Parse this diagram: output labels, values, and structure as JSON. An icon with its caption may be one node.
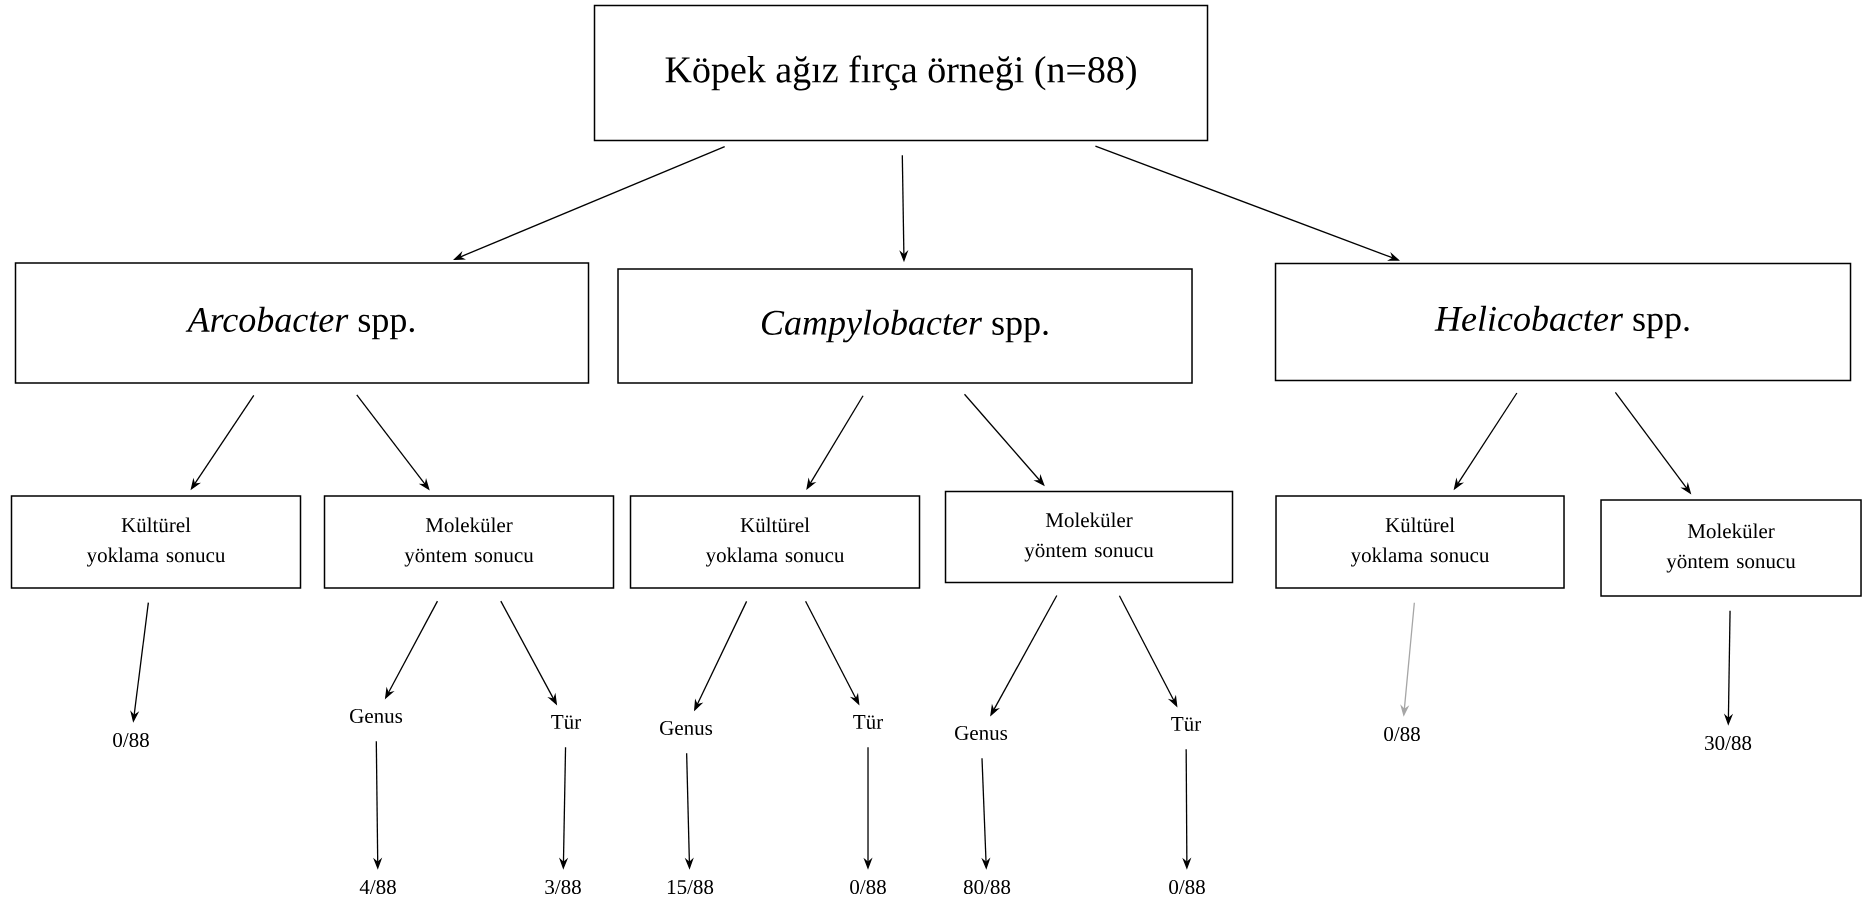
{
  "diagram": {
    "nodes": [
      {
        "text": [
          "Köpek ağız fırça örneği (n=88)"
        ]
      },
      {
        "text": [
          "*Arcobacter* spp."
        ]
      },
      {
        "text": [
          "*Campylobacter* spp."
        ]
      },
      {
        "text": [
          "*Helicobacter* spp."
        ]
      },
      {
        "text": [
          "Kültürel yoklama sonucu"
        ]
      },
      {
        "text": [
          "Moleküler yöntem sonucu"
        ]
      },
      {
        "text": [
          "Kültürel yoklama sonucu"
        ]
      },
      {
        "text": [
          "Moleküler yöntem sonucu"
        ]
      },
      {
        "text": [
          "Kültürel yoklama sonucu"
        ]
      },
      {
        "text": [
          "Moleküler yöntem sonucu"
        ]
      },
      {
        "text": [
          "0/88"
        ]
      },
      {
        "text": [
          "Genus"
        ]
      },
      {
        "text": [
          "Tür"
        ]
      },
      {
        "text": [
          "Genus"
        ]
      },
      {
        "text": [
          "Tür"
        ]
      },
      {
        "text": [
          "Genus"
        ]
      },
      {
        "text": [
          "Tür"
        ]
      },
      {
        "text": [
          "0/88"
        ]
      },
      {
        "text": [
          "30/88"
        ]
      },
      {
        "text": [
          "4/88"
        ]
      },
      {
        "text": [
          "3/88"
        ]
      },
      {
        "text": [
          "15/88"
        ]
      },
      {
        "text": [
          "0/88"
        ]
      },
      {
        "text": [
          "80/88"
        ]
      },
      {
        "text": [
          "0/88"
        ]
      }
    ],
    "edges": [
      {
        "from": 0,
        "to": 1,
        "arrow": "to"
      },
      {
        "from": 0,
        "to": 2,
        "arrow": "to"
      },
      {
        "from": 0,
        "to": 3,
        "arrow": "to"
      },
      {
        "from": 1,
        "to": 4,
        "arrow": "to"
      },
      {
        "from": 1,
        "to": 5,
        "arrow": "to"
      },
      {
        "from": 2,
        "to": 6,
        "arrow": "to"
      },
      {
        "from": 2,
        "to": 7,
        "arrow": "to"
      },
      {
        "from": 3,
        "to": 8,
        "arrow": "to"
      },
      {
        "from": 3,
        "to": 9,
        "arrow": "to"
      },
      {
        "from": 4,
        "to": 10,
        "arrow": "to"
      },
      {
        "from": 5,
        "to": 11,
        "arrow": "to"
      },
      {
        "from": 5,
        "to": 12,
        "arrow": "to"
      },
      {
        "from": 6,
        "to": 13,
        "arrow": "to"
      },
      {
        "from": 6,
        "to": 14,
        "arrow": "to"
      },
      {
        "from": 7,
        "to": 15,
        "arrow": "to"
      },
      {
        "from": 7,
        "to": 16,
        "arrow": "to"
      },
      {
        "from": 8,
        "to": 17,
        "arrow": "to",
        "color": "#a6a6a6"
      },
      {
        "from": 9,
        "to": 18,
        "arrow": "to"
      },
      {
        "from": 11,
        "to": 19,
        "arrow": "to"
      },
      {
        "from": 12,
        "to": 20,
        "arrow": "to"
      },
      {
        "from": 13,
        "to": 21,
        "arrow": "to"
      },
      {
        "from": 14,
        "to": 22,
        "arrow": "to"
      },
      {
        "from": 15,
        "to": 23,
        "arrow": "to"
      },
      {
        "from": 16,
        "to": 24,
        "arrow": "to"
      }
    ]
  }
}
